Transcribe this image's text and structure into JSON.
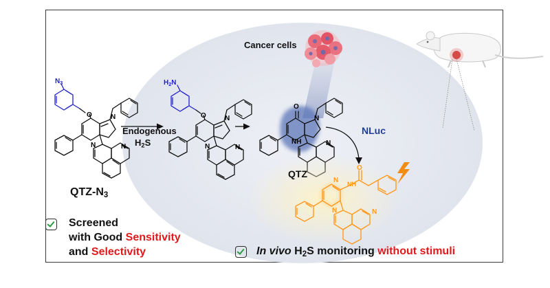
{
  "labels": {
    "cancer_cells": "Cancer cells",
    "endogenous": "Endogenous",
    "h2s_main": "H",
    "h2s_sub": "2",
    "h2s_tail": "S",
    "nluc": "NLuc",
    "qtz": "QTZ",
    "qtz_n3_main": "QTZ-N",
    "qtz_n3_sub": "3"
  },
  "atoms": {
    "n3_main": "N",
    "n3_sub": "3",
    "h2n_main": "H",
    "h2n_sub": "2",
    "h2n_tail": "N",
    "o": "O",
    "n": "N",
    "nh": "NH",
    "h": "H"
  },
  "checklist": {
    "item1_line1": "Screened",
    "item1_line2a": "with Good ",
    "item1_line2b": "Sensitivity",
    "item1_line3a": "and ",
    "item1_line3b": "Selectivity",
    "item2_a": "In vivo",
    "item2_b": " H",
    "item2_sub": "2",
    "item2_c": "S monitoring ",
    "item2_d": "without stimuli"
  },
  "colors": {
    "azide_blue": "#2222c8",
    "amine_blue": "#2222c8",
    "nluc_blue": "#1f3f9a",
    "highlight_red": "#e0191c",
    "glow_orange": "#ff9a1f",
    "check_green": "#2b9b3e",
    "ellipse_fill": "#e9ecf3",
    "qtz_shadow": "#5b76b8"
  }
}
